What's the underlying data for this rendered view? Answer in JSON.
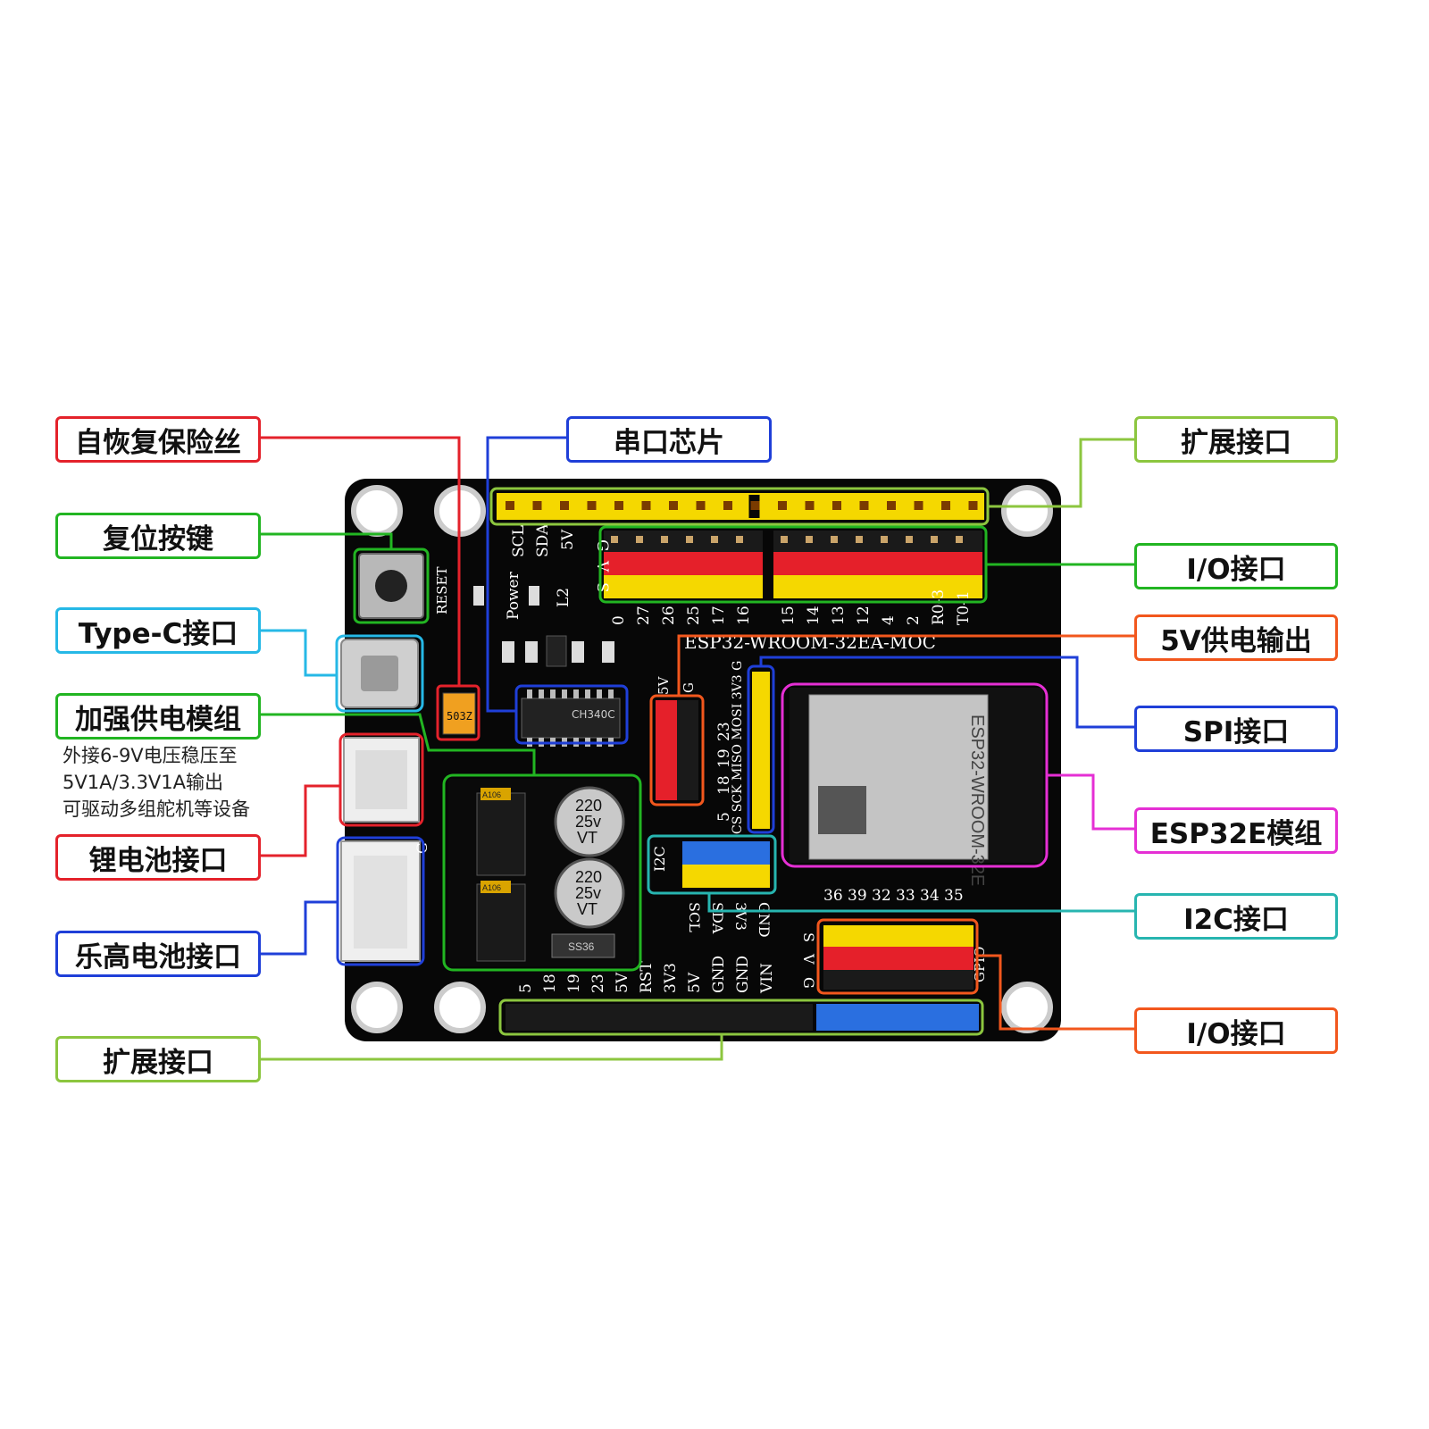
{
  "labels": {
    "fuse": "自恢复保险丝",
    "serial_chip": "串口芯片",
    "expansion_top": "扩展接口",
    "reset_button": "复位按键",
    "io_top": "I/O接口",
    "typec": "Type-C接口",
    "five_v_out": "5V供电输出",
    "power_module": "加强供电模组",
    "spi": "SPI接口",
    "esp32e": "ESP32E模组",
    "lithium": "锂电池接口",
    "i2c": "I2C接口",
    "lego": "乐高电池接口",
    "io_bottom": "I/O接口",
    "expansion_bottom": "扩展接口"
  },
  "power_note": [
    "外接6-9V电压稳压至",
    "5V1A/3.3V1A输出",
    "可驱动多组舵机等设备"
  ],
  "board": {
    "title": "ESP32-WROOM-32EA-MOC",
    "module_name": "ESP32-WROOM-32E",
    "top_silk": [
      "SCL",
      "SDA",
      "5V"
    ],
    "leds": [
      "RESET",
      "Power",
      "L2"
    ],
    "gvs": [
      "G",
      "V",
      "S"
    ],
    "io_pins_left": [
      "0",
      "27",
      "26",
      "25",
      "17",
      "16"
    ],
    "io_pins_right": [
      "15",
      "14",
      "13",
      "12",
      "4",
      "2",
      "R0-3",
      "T0-1"
    ],
    "spi_pins": [
      "5",
      "18",
      "19",
      "23"
    ],
    "spi_names": "CS SCK MISO MOSI 3V3 G",
    "five_v": "5V",
    "i2c": "I2C",
    "i2c_pins": [
      "SCL",
      "SDA",
      "3V3",
      "GND"
    ],
    "adc_pins": [
      "36",
      "39",
      "32",
      "33",
      "34",
      "35"
    ],
    "gpio": "GPIO",
    "bottom_pins": [
      "5",
      "18",
      "19",
      "23",
      "5V",
      "RST",
      "3V3",
      "5V",
      "GND",
      "GND",
      "VIN"
    ],
    "cap_text": [
      "220",
      "25v",
      "VT"
    ],
    "chip_text": "CH340C",
    "fuse_text": "503Z",
    "reg_text": "A106",
    "diode_text": "SS36"
  },
  "colors": {
    "red": "#e4222b",
    "blue": "#1f3fd8",
    "green": "#22b522",
    "cyan": "#26b8e6",
    "lime": "#8cc63f",
    "orange": "#f2571d",
    "magenta": "#e52fd4",
    "teal": "#27b5b0",
    "pcb": "#070707",
    "header_yellow": "#f5d800",
    "header_red": "#e5202a"
  }
}
